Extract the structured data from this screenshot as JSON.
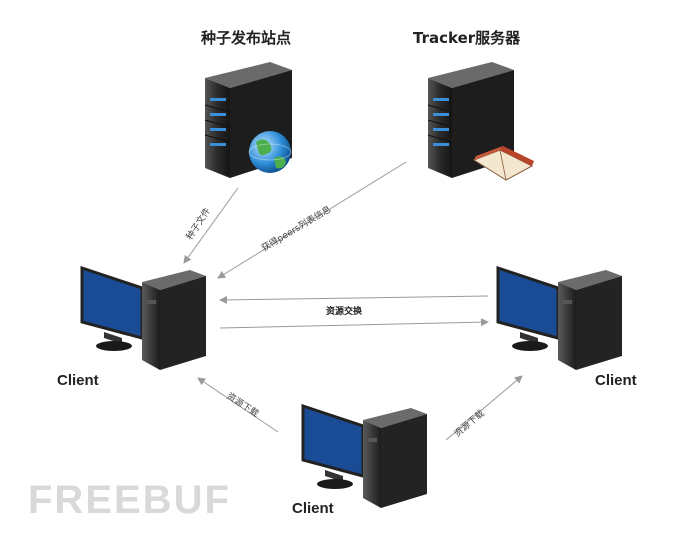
{
  "titles": {
    "seed_site": "种子发布站点",
    "tracker": "Tracker服务器"
  },
  "clients": {
    "left": "Client",
    "right": "Client",
    "bottom": "Client"
  },
  "labels": {
    "seed_file": "种子文件",
    "peers_list": "获得peers列表信息",
    "exchange": "资源交换",
    "download_left": "资源下载",
    "download_right": "资源下载"
  },
  "watermark": "FREEBUF",
  "colors": {
    "server": "#2b2b2b",
    "server_light": "#4a4a4a",
    "led": "#3a8fd9",
    "screen": "#1a4c96",
    "arrow": "#9a9a9a"
  }
}
